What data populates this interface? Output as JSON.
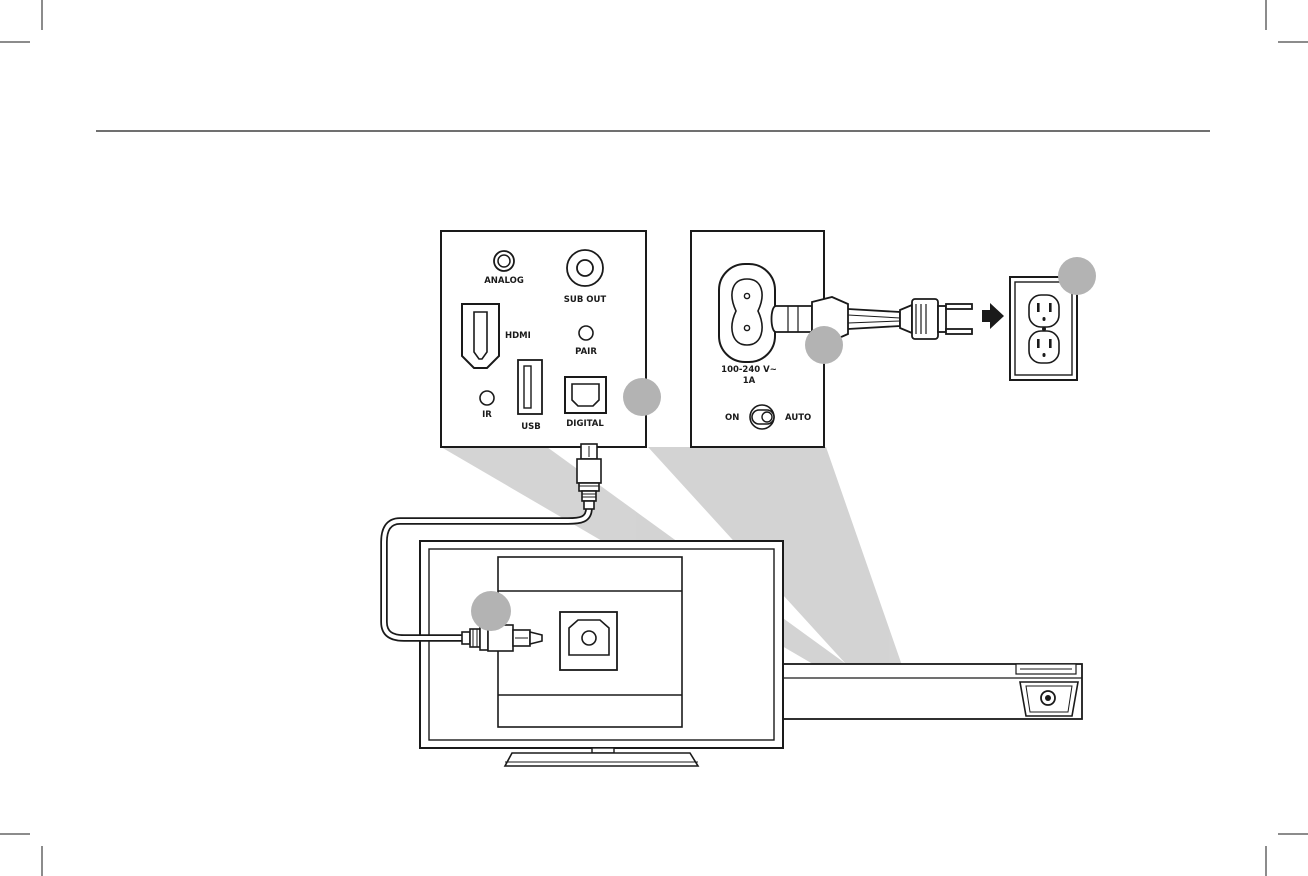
{
  "colors": {
    "ink": "#1a1a1a",
    "panel_stroke": "#1a1a1a",
    "callout_fill": "#b3b3b3",
    "beam_fill": "#cfcfcf",
    "background": "#ffffff"
  },
  "input_panel": {
    "analog_label": "ANALOG",
    "sub_out_label": "SUB OUT",
    "hdmi_label": "HDMI",
    "pair_label": "PAIR",
    "ir_label": "IR",
    "usb_label": "USB",
    "digital_label": "DIGITAL"
  },
  "power_panel": {
    "voltage_label": "100-240 V~",
    "current_label": "1A",
    "switch_on_label": "ON",
    "switch_auto_label": "AUTO"
  },
  "icons": {
    "outlet": "wall-outlet-icon",
    "plug": "power-plug-icon",
    "arrow": "arrow-right-icon",
    "optical": "optical-port-icon",
    "tv": "television-icon",
    "soundbar": "soundbar-icon"
  }
}
